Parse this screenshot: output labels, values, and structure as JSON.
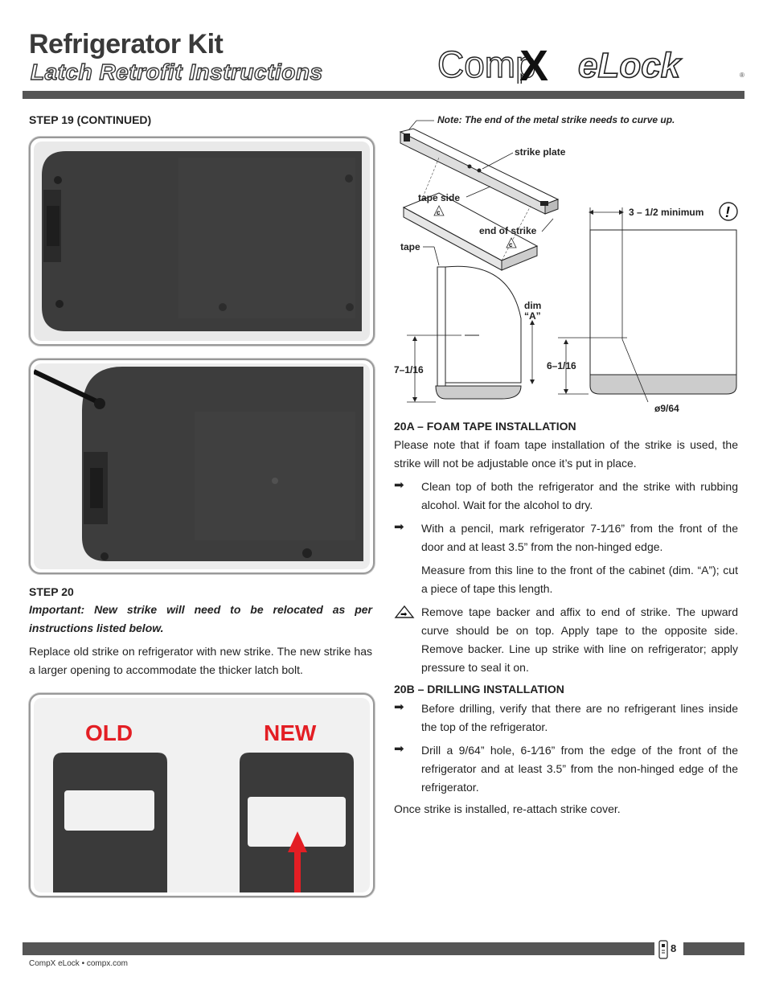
{
  "header": {
    "title": "Refrigerator Kit",
    "subtitle": "Latch Retrofit Instructions",
    "logo_comp": "Comp",
    "logo_x": "X",
    "logo_elock": "eLock",
    "logo_reg": "®"
  },
  "step19": {
    "heading": "STEP 19 (CONTINUED)"
  },
  "step20": {
    "heading": "STEP 20",
    "important": "Important: New strike will need to be relocated as per instructions listed below.",
    "body": "Replace old strike on refrigerator with new strike. The new strike has a larger opening to accommodate the thicker latch bolt.",
    "photo_old": "OLD",
    "photo_new": "NEW"
  },
  "diagram": {
    "note": "Note: The end of the metal strike needs to curve up.",
    "strike_plate": "strike plate",
    "tape_side": "tape side",
    "end_of_strike": "end of strike",
    "tape": "tape",
    "c_mark": "c",
    "minimum": "3 – 1/2 minimum",
    "warning": "!",
    "dim_a_1": "dim",
    "dim_a_2": "“A”",
    "dim_7": "7–1/16",
    "dim_6": "6–1/16",
    "dim_hole": "ø9/64"
  },
  "section20a": {
    "heading": "20A – FOAM TAPE INSTALLATION",
    "intro": "Please note that if foam tape installation of the strike is used, the strike will not be adjustable once it’s put in place.",
    "b1": "Clean top of both the refrigerator and the strike with rubbing alcohol. Wait for the alcohol to dry.",
    "b2": "With a pencil, mark refrigerator 7-1⁄16” from the front of the door and at least 3.5” from the non-hinged edge.",
    "b2_cont": "Measure from this line to the front of the cabinet (dim. “A”); cut a piece of tape this length.",
    "b3": "Remove tape backer and affix to end of strike. The upward curve should be on top. Apply tape to the opposite side. Remove backer. Line up strike with line on refrigerator; apply pressure to seal it on."
  },
  "section20b": {
    "heading": "20B – DRILLING INSTALLATION",
    "b1": "Before drilling, verify that there are no refrigerant lines inside the top of the refrigerator.",
    "b2": "Drill a 9/64” hole, 6-1⁄16” from the edge of the front of the refrigerator and at least 3.5” from the non-hinged edge of the refrigerator.",
    "closing": "Once strike is installed, re-attach strike cover."
  },
  "footer": {
    "page_number": "8",
    "text": "CompX eLock • compx.com"
  },
  "colors": {
    "bar": "#555555",
    "red": "#e31e24",
    "photo_dark": "#3a3a3a"
  }
}
